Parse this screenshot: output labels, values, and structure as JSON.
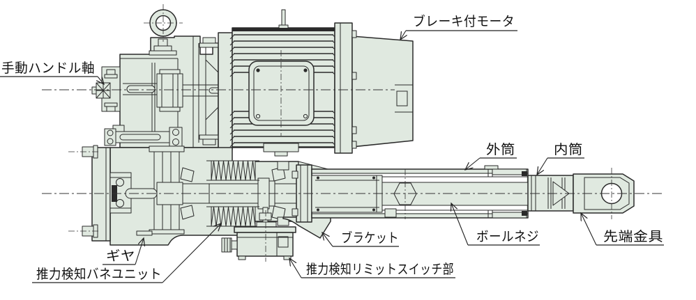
{
  "diagram": {
    "labels": {
      "manual_handle_shaft": "手動ハンドル軸",
      "brake_motor": "ブレーキ付モータ",
      "outer_tube": "外筒",
      "inner_tube": "内筒",
      "gear": "ギヤ",
      "thrust_spring_unit": "推力検知バネユニット",
      "bracket": "ブラケット",
      "thrust_limit_switch": "推力検知リミットスイッチ部",
      "ball_screw": "ボールネジ",
      "end_fitting": "先端金具"
    },
    "colors": {
      "part_fill": "#e0e9e0",
      "line": "#2a2a2a",
      "label_text": "#111111",
      "background": "#ffffff"
    }
  }
}
